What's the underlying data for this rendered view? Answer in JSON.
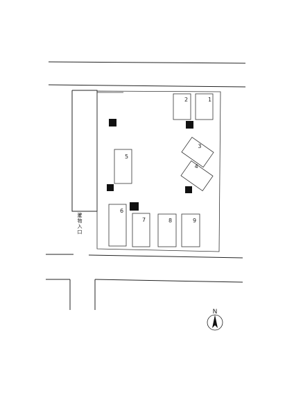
{
  "parking_spaces": [
    {
      "label": "1"
    },
    {
      "label": "2"
    },
    {
      "label": "3"
    },
    {
      "label": "4"
    },
    {
      "label": "5"
    },
    {
      "label": "6"
    },
    {
      "label": "7"
    },
    {
      "label": "8"
    },
    {
      "label": "9"
    }
  ],
  "entrance_label": "建物入口",
  "entrance_arrow": "↑",
  "compass": {
    "label": "N"
  }
}
